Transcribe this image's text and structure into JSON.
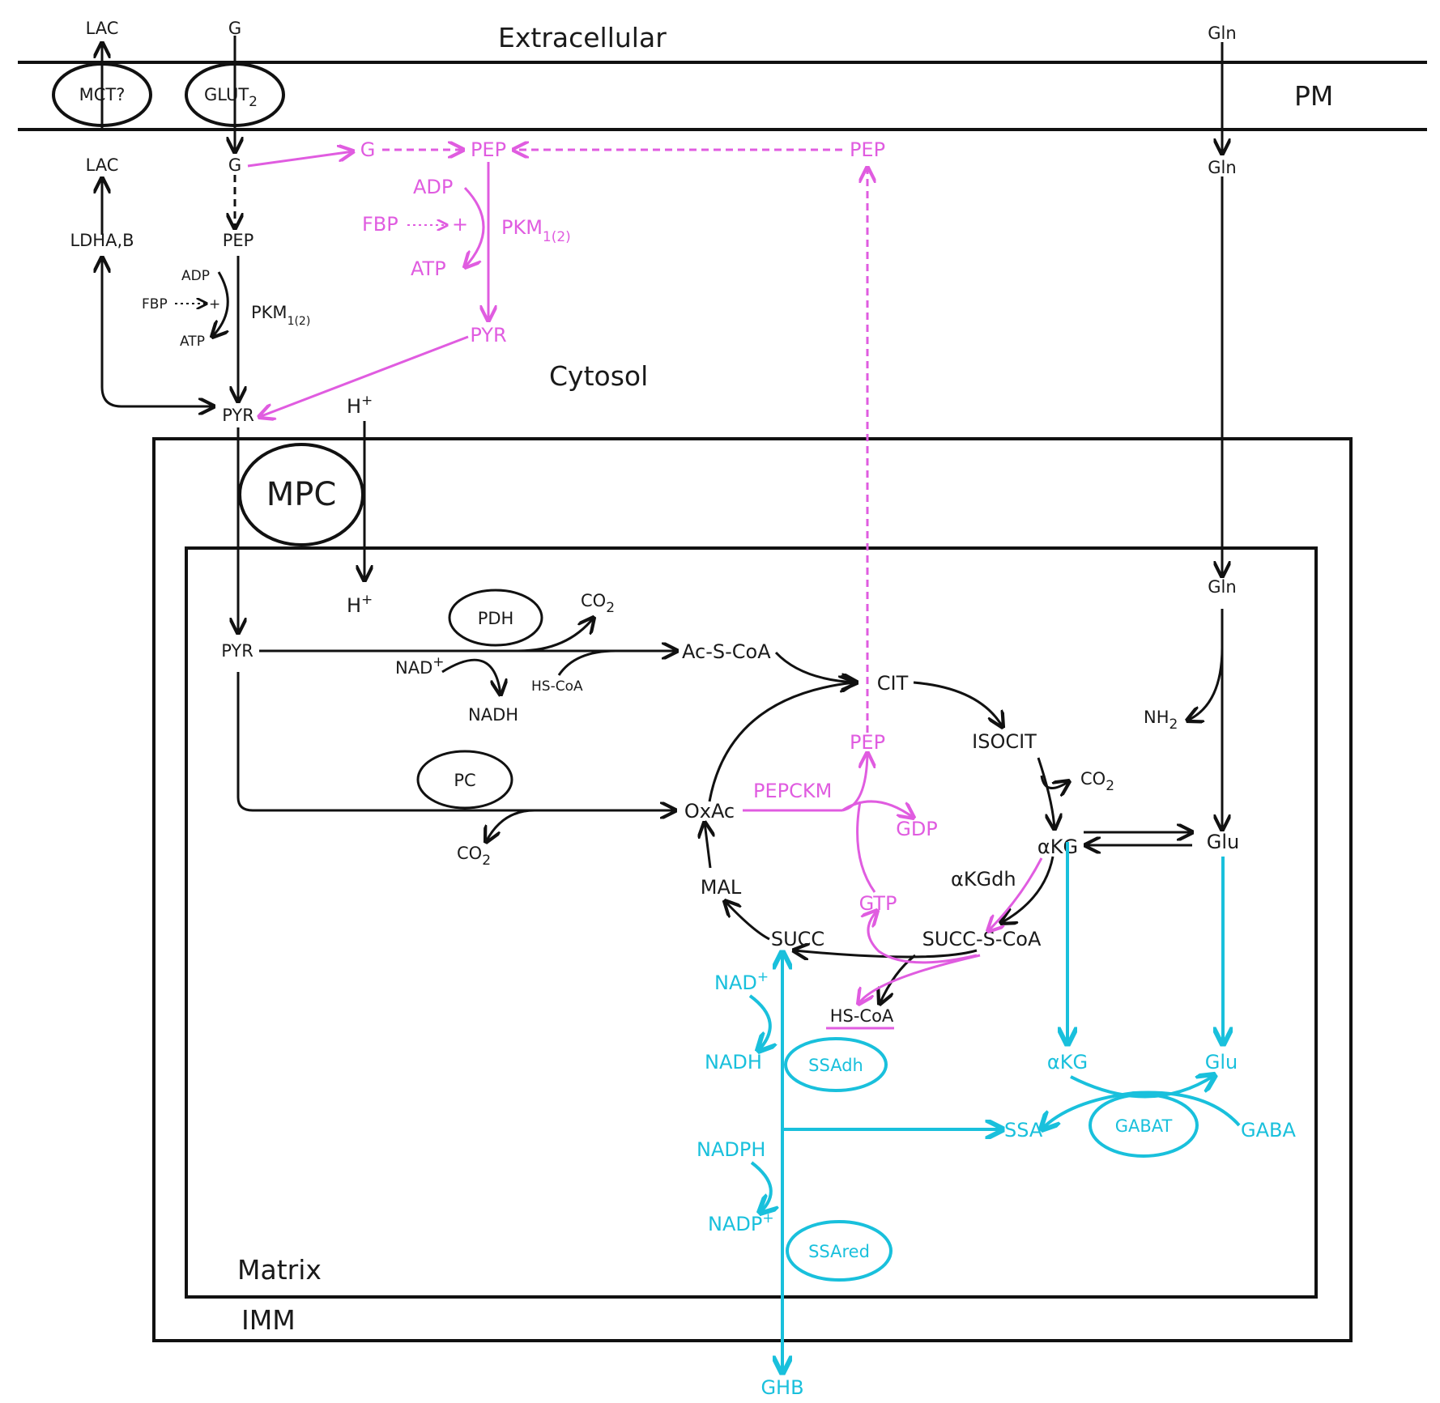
{
  "compartments": {
    "extracellular": "Extracellular",
    "pm": "PM",
    "cytosol": "Cytosol",
    "matrix": "Matrix",
    "imm": "IMM"
  },
  "transporters": {
    "mct": "MCT?",
    "glut": "GLUT",
    "glut_sub": "2",
    "mpc": "MPC"
  },
  "cytosol_black": {
    "lac_out": "LAC",
    "g_out": "G",
    "lac_in": "LAC",
    "g_in": "G",
    "ldha": "LDHA,B",
    "pep": "PEP",
    "adp": "ADP",
    "fbp": "FBP",
    "plus": "+",
    "atp": "ATP",
    "pkm": "PKM",
    "pkm_sub": "1(2)",
    "pyr": "PYR",
    "h": "H",
    "h_sup": "+"
  },
  "cytosol_magenta": {
    "g": "G",
    "pep": "PEP",
    "pep_right": "PEP",
    "adp": "ADP",
    "fbp": "FBP",
    "plus": "+",
    "atp": "ATP",
    "pkm": "PKM",
    "pkm_sub": "1(2)",
    "pyr": "PYR"
  },
  "glutamine": {
    "gln_out": "Gln",
    "gln_in": "Gln",
    "gln_matrix": "Gln",
    "nh2": "NH",
    "nh2_sub": "2",
    "glu": "Glu"
  },
  "matrix_black": {
    "h": "H",
    "h_sup": "+",
    "pdh": "PDH",
    "co2_a": "CO",
    "co2_sub": "2",
    "pyr": "PYR",
    "nad": "NAD",
    "nad_sup": "+",
    "nadh": "NADH",
    "hscoa": "HS-CoA",
    "acscoa": "Ac-S-CoA",
    "cit": "CIT",
    "isocit": "ISOCIT",
    "co2_b": "CO",
    "pc": "PC",
    "oxac": "OxAc",
    "co2_c": "CO",
    "akg": "αKG",
    "akgdh": "αKGdh",
    "mal": "MAL",
    "succ": "SUCC",
    "succscoa": "SUCC-S-CoA",
    "hscoa2": "HS-CoA"
  },
  "matrix_magenta": {
    "pep": "PEP",
    "pepckm": "PEPCKM",
    "gdp": "GDP",
    "gtp": "GTP"
  },
  "gaba_shunt": {
    "nad": "NAD",
    "nad_sup": "+",
    "nadh": "NADH",
    "ssadh": "SSAdh",
    "akg": "αKG",
    "glu": "Glu",
    "ssa": "SSA",
    "gabat": "GABAT",
    "gaba": "GABA",
    "nadph": "NADPH",
    "nadp": "NADP",
    "nadp_sup": "+",
    "ssared": "SSAred",
    "ghb": "GHB"
  }
}
